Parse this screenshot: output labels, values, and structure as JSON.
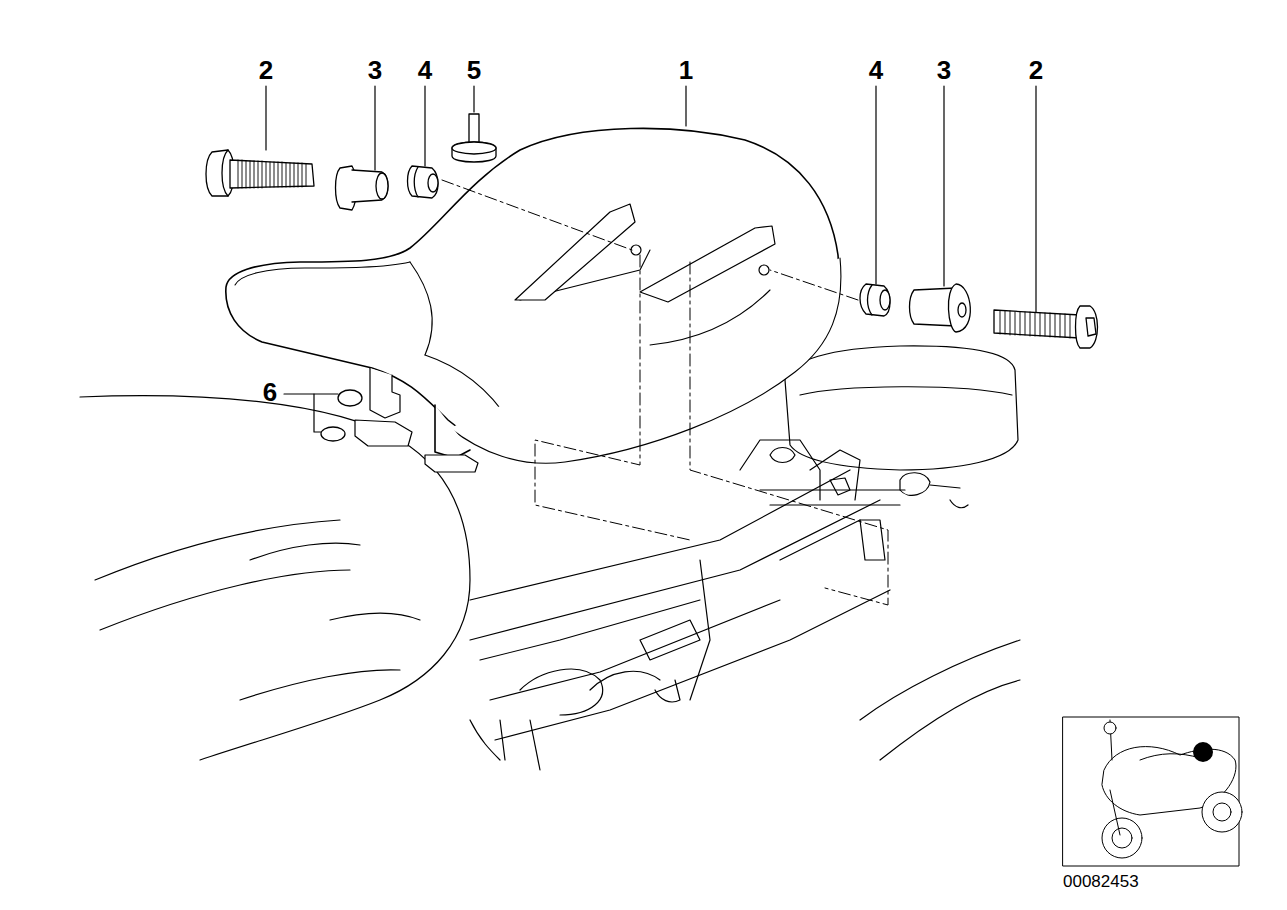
{
  "diagram": {
    "labels": [
      "2",
      "3",
      "4",
      "5",
      "1",
      "4",
      "3",
      "2",
      "6",
      "00082453"
    ]
  }
}
